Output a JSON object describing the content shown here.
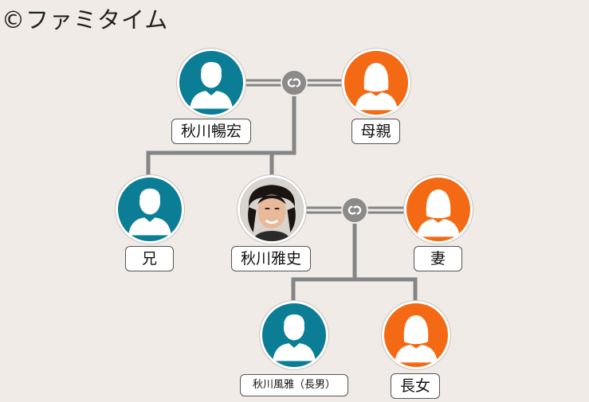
{
  "watermark": "©ファミタイム",
  "colors": {
    "male": "#0b7e95",
    "female": "#f46a14",
    "line": "#858585"
  },
  "people": {
    "father": {
      "label": "秋川暢宏",
      "gender": "male",
      "icon": "male-silhouette-icon"
    },
    "mother": {
      "label": "母親",
      "gender": "female",
      "icon": "female-silhouette-icon"
    },
    "brother": {
      "label": "兄",
      "gender": "male",
      "icon": "male-silhouette-icon"
    },
    "self": {
      "label": "秋川雅史",
      "gender": "male",
      "icon": "portrait-photo"
    },
    "wife": {
      "label": "妻",
      "gender": "female",
      "icon": "female-silhouette-icon"
    },
    "son": {
      "label": "秋川風雅（長男）",
      "gender": "male",
      "icon": "male-silhouette-icon"
    },
    "daughter": {
      "label": "長女",
      "gender": "female",
      "icon": "female-silhouette-icon"
    }
  },
  "marriage_icon": "interlocked-rings-icon"
}
